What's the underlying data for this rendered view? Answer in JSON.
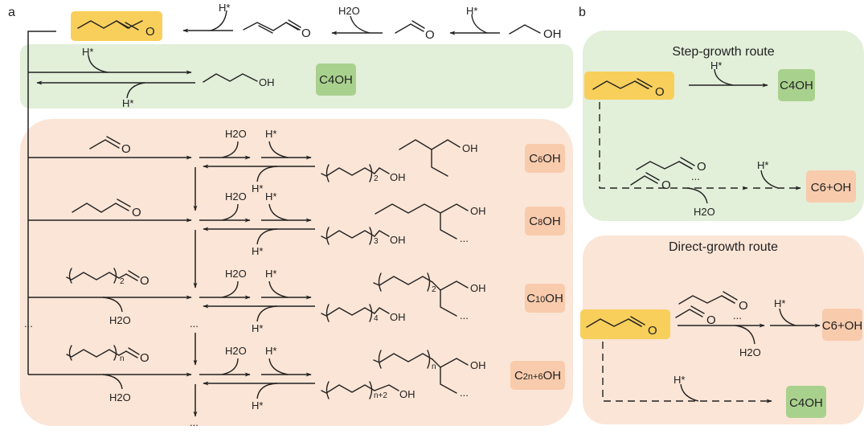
{
  "panels": {
    "a": {
      "label": "a"
    },
    "b": {
      "label": "b"
    }
  },
  "colors": {
    "butanal_box": "#f8cf5b",
    "green_band": "#e2efd9",
    "green_product": "#a9d18e",
    "orange_band": "#fbe5d6",
    "orange_product": "#f8cbad",
    "line": "#222222"
  },
  "top_chain": {
    "reagents": {
      "h_star_1": "H*",
      "h2o": "H2O",
      "h_star_2": "H*"
    },
    "molecules": [
      "butanal",
      "crotonaldehyde",
      "acetaldehyde",
      "ethanol"
    ],
    "atoms": {
      "o": "O",
      "oh": "OH"
    }
  },
  "green_row": {
    "h_star_forward": "H*",
    "h_star_reverse": "H*",
    "product_oh": "OH",
    "product_label": "C4OH"
  },
  "orange_rows": [
    {
      "reactant_sub": "",
      "water": "",
      "h2o": "H2O",
      "h_star_f": "H*",
      "h_star_r": "H*",
      "linear_sub": "2",
      "branch_sub": "",
      "oh": "OH",
      "label_c": "C",
      "label_num": "6",
      "label_oh": "OH",
      "dots": ""
    },
    {
      "reactant_sub": "",
      "water": "",
      "h2o": "H2O",
      "h_star_f": "H*",
      "h_star_r": "H*",
      "linear_sub": "3",
      "branch_sub": "",
      "oh": "OH",
      "label_c": "C",
      "label_num": "8",
      "label_oh": "OH",
      "dots": "..."
    },
    {
      "reactant_sub": "2",
      "water": "H2O",
      "h2o": "H2O",
      "h_star_f": "H*",
      "h_star_r": "H*",
      "linear_sub": "4",
      "branch_sub": "2",
      "oh": "OH",
      "label_c": "C",
      "label_num": "10",
      "label_oh": "OH",
      "dots": "..."
    },
    {
      "reactant_sub": "n",
      "water": "H2O",
      "h2o": "H2O",
      "h_star_f": "H*",
      "h_star_r": "H*",
      "linear_sub": "n+2",
      "branch_sub": "n",
      "oh": "OH",
      "label_c": "C",
      "label_num": "2n+6",
      "label_oh": "OH",
      "dots": "..."
    }
  ],
  "ellipsis": "...",
  "step_growth": {
    "title": "Step-growth route",
    "h_star_top": "H*",
    "product_top": "C4OH",
    "ellipsis": "...",
    "h_star_bottom": "H*",
    "h2o": "H2O",
    "product_bottom": "C6+OH"
  },
  "direct_growth": {
    "title": "Direct-growth route",
    "ellipsis": "...",
    "h_star_top": "H*",
    "h2o": "H2O",
    "product_top": "C6+OH",
    "h_star_bottom": "H*",
    "product_bottom": "C4OH"
  }
}
